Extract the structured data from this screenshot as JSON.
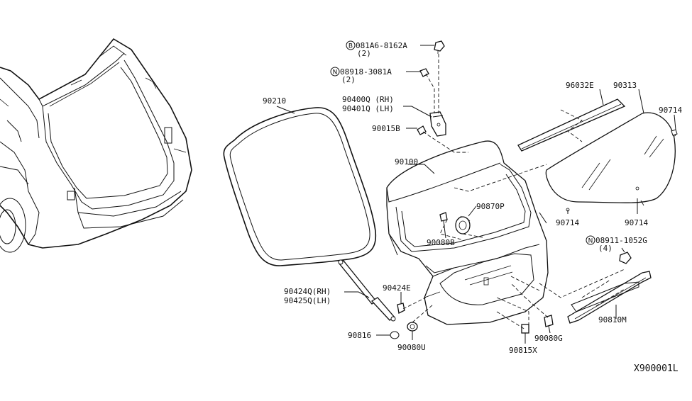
{
  "diagram": {
    "code": "X900001L",
    "callouts": {
      "bolt_ref": "081A6-8162A",
      "bolt_qty": "(2)",
      "bolt_symbol": "B",
      "nut1_ref": "08918-3081A",
      "nut1_qty": "(2)",
      "nut1_symbol": "N",
      "hinge_rh": "90400Q (RH)",
      "hinge_lh": "90401Q (LH)",
      "stay_90015b": "90015B",
      "weatherstrip": "90210",
      "door_panel": "90100",
      "spoiler_seal": "96032E",
      "glass": "90313",
      "glass_clip_top": "90714",
      "glass_clip_left": "90714",
      "glass_clip_right": "90714",
      "bumper_90870p": "90870P",
      "grommet_90080b": "90080B",
      "nut2_ref": "08911-1052G",
      "nut2_qty": "(4)",
      "nut2_symbol": "N",
      "stay_rh": "90424Q(RH)",
      "stay_lh": "90425Q(LH)",
      "clip_90424e": "90424E",
      "cap_90816": "90816",
      "grommet_90080u": "90080U",
      "clip_90815x": "90815X",
      "grommet_90080g": "90080G",
      "finisher_90810m": "90810M"
    }
  }
}
